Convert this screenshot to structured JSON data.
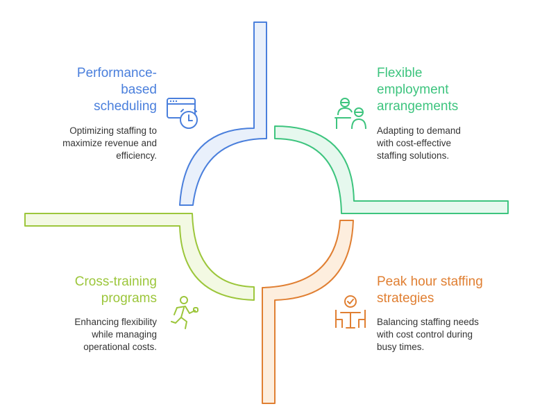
{
  "colors": {
    "blue": "#4a7fdc",
    "blue_fill": "#e9f0fb",
    "green": "#3dc47e",
    "green_fill": "#e6f8ee",
    "orange": "#e07f32",
    "orange_fill": "#fdeede",
    "lime": "#9cc63b",
    "lime_fill": "#f3f9e3"
  },
  "quadrants": {
    "top_left": {
      "title": "Performance-\nbased\nscheduling",
      "description": "Optimizing staffing to\nmaximize revenue and\nefficiency.",
      "icon": "calendar-clock-icon"
    },
    "top_right": {
      "title": "Flexible\nemployment\narrangements",
      "description": "Adapting to demand\nwith cost-effective\nstaffing solutions.",
      "icon": "people-desk-icon"
    },
    "bottom_left": {
      "title": "Cross-training\nprograms",
      "description": "Enhancing flexibility\nwhile managing\noperational costs.",
      "icon": "running-person-icon"
    },
    "bottom_right": {
      "title": "Peak hour staffing\nstrategies",
      "description": "Balancing staffing needs\nwith cost control during\nbusy times.",
      "icon": "table-chairs-icon"
    }
  }
}
